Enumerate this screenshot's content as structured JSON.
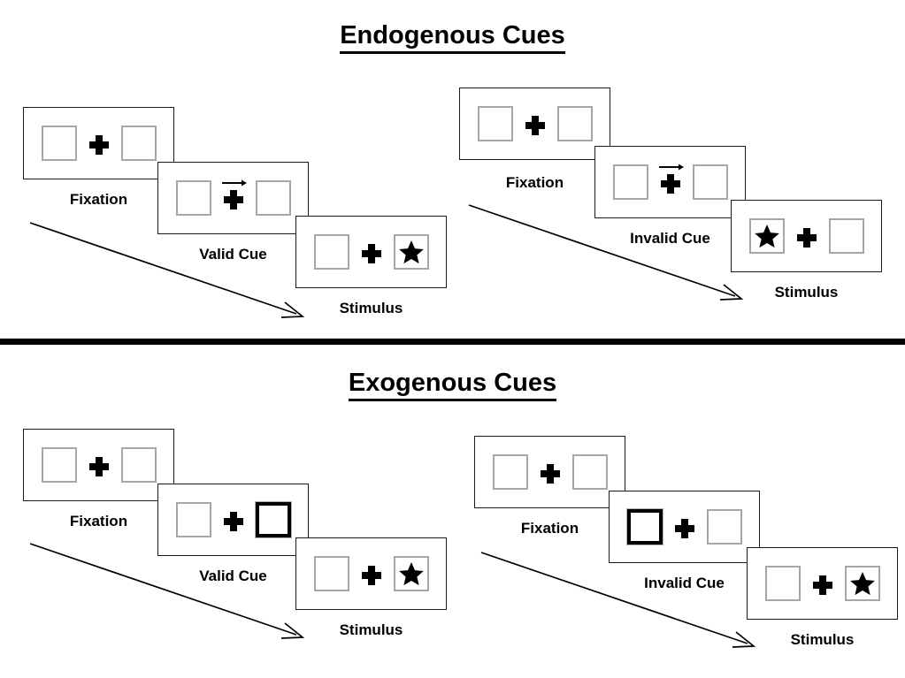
{
  "figure": {
    "title_endogenous": "Endogenous Cues",
    "title_exogenous": "Exogenous Cues"
  },
  "captions": {
    "fixation": "Fixation",
    "valid_cue": "Valid Cue",
    "invalid_cue": "Invalid Cue",
    "stimulus": "Stimulus"
  },
  "icons": {
    "fixation_cross": "plus-fixation-cross-icon",
    "arrow_cue": "right-arrow-cue-icon",
    "target_star": "star-target-icon",
    "time_arrow": "diagonal-time-arrow-icon",
    "placeholder_box": "placeholder-box-icon",
    "cued_box": "highlighted-cue-box-icon"
  },
  "colors": {
    "ink": "#000000",
    "panel_border": "#1a1a1a",
    "box_border": "#a6a6a6",
    "cue_border": "#000000",
    "background": "#ffffff"
  },
  "sections": [
    {
      "id": "endogenous",
      "title": "Endogenous Cues",
      "cue_type": "arrow",
      "sequences": [
        {
          "id": "endogenous-valid",
          "validity": "valid",
          "cue_caption": "Valid Cue",
          "panels": [
            {
              "stage": "fixation",
              "caption": "Fixation",
              "left_box": "empty",
              "right_box": "empty",
              "cue": "none"
            },
            {
              "stage": "cue",
              "caption": "Valid Cue",
              "left_box": "empty",
              "right_box": "empty",
              "cue": "arrow-right"
            },
            {
              "stage": "stimulus",
              "caption": "Stimulus",
              "left_box": "empty",
              "right_box": "star",
              "cue": "none"
            }
          ]
        },
        {
          "id": "endogenous-invalid",
          "validity": "invalid",
          "cue_caption": "Invalid Cue",
          "panels": [
            {
              "stage": "fixation",
              "caption": "Fixation",
              "left_box": "empty",
              "right_box": "empty",
              "cue": "none"
            },
            {
              "stage": "cue",
              "caption": "Invalid Cue",
              "left_box": "empty",
              "right_box": "empty",
              "cue": "arrow-right"
            },
            {
              "stage": "stimulus",
              "caption": "Stimulus",
              "left_box": "star",
              "right_box": "empty",
              "cue": "none"
            }
          ]
        }
      ]
    },
    {
      "id": "exogenous",
      "title": "Exogenous Cues",
      "cue_type": "box-flash",
      "sequences": [
        {
          "id": "exogenous-valid",
          "validity": "valid",
          "cue_caption": "Valid Cue",
          "panels": [
            {
              "stage": "fixation",
              "caption": "Fixation",
              "left_box": "empty",
              "right_box": "empty",
              "cue": "none"
            },
            {
              "stage": "cue",
              "caption": "Valid Cue",
              "left_box": "empty",
              "right_box": "cued",
              "cue": "none"
            },
            {
              "stage": "stimulus",
              "caption": "Stimulus",
              "left_box": "empty",
              "right_box": "star",
              "cue": "none"
            }
          ]
        },
        {
          "id": "exogenous-invalid",
          "validity": "invalid",
          "cue_caption": "Invalid Cue",
          "panels": [
            {
              "stage": "fixation",
              "caption": "Fixation",
              "left_box": "empty",
              "right_box": "empty",
              "cue": "none"
            },
            {
              "stage": "cue",
              "caption": "Invalid Cue",
              "left_box": "cued",
              "right_box": "empty",
              "cue": "none"
            },
            {
              "stage": "stimulus",
              "caption": "Stimulus",
              "left_box": "empty",
              "right_box": "star",
              "cue": "none"
            }
          ]
        }
      ]
    }
  ]
}
